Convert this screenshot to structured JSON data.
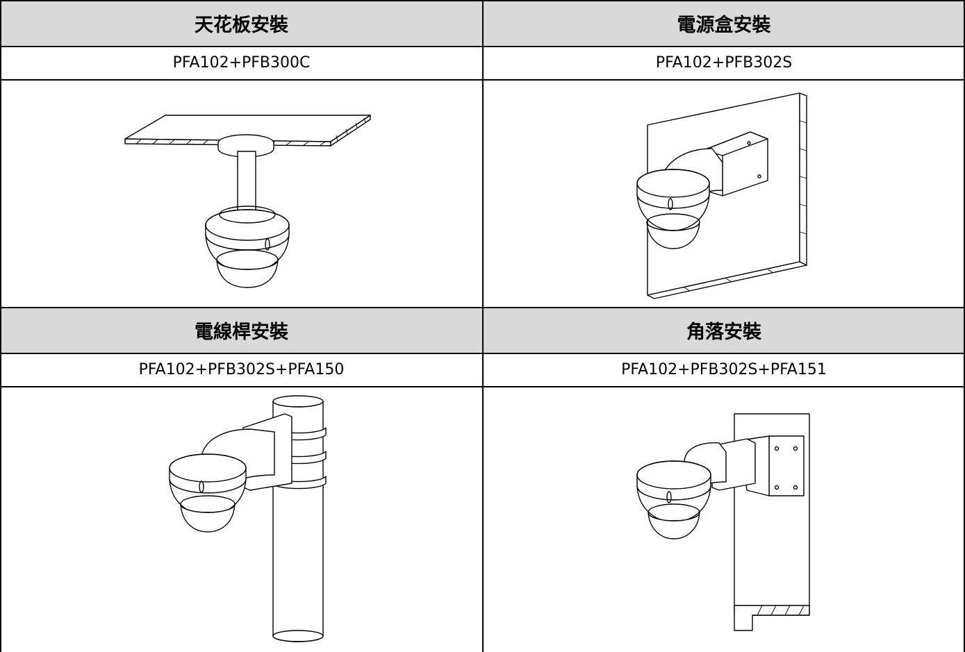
{
  "table": {
    "row1": {
      "left": {
        "title": "天花板安裝",
        "model": "PFA102+PFB300C",
        "illustration": "ceiling-mount-drawing"
      },
      "right": {
        "title": "電源盒安裝",
        "model": "PFA102+PFB302S",
        "illustration": "junction-box-wall-mount-drawing"
      }
    },
    "row2": {
      "left": {
        "title": "電線桿安裝",
        "model": "PFA102+PFB302S+PFA150",
        "illustration": "pole-mount-drawing"
      },
      "right": {
        "title": "角落安裝",
        "model": "PFA102+PFB302S+PFA151",
        "illustration": "corner-mount-drawing"
      }
    }
  },
  "colors": {
    "header_bg": "#d9d9d9",
    "border": "#000000",
    "background": "#ffffff"
  }
}
